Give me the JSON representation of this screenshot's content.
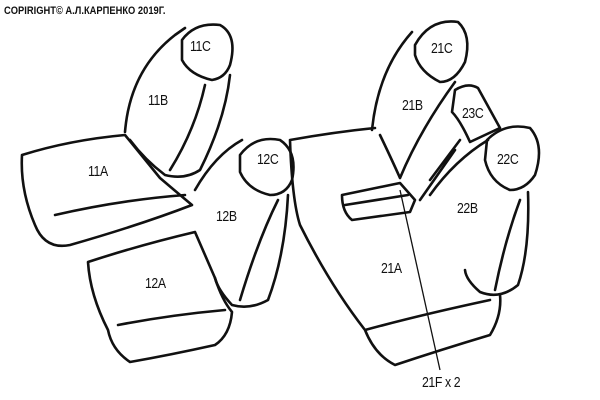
{
  "copyright": "COPIRIGHT© А.Л.КАРПЕНКО 2019Г.",
  "labels": {
    "l11C": "11C",
    "l11B": "11B",
    "l11A": "11A",
    "l12C": "12C",
    "l12B": "12B",
    "l12A": "12A",
    "l21C": "21C",
    "l21B": "21B",
    "l21A": "21A",
    "l23C": "23C",
    "l22C": "22C",
    "l22B": "22B",
    "l21F": "21F x 2"
  }
}
